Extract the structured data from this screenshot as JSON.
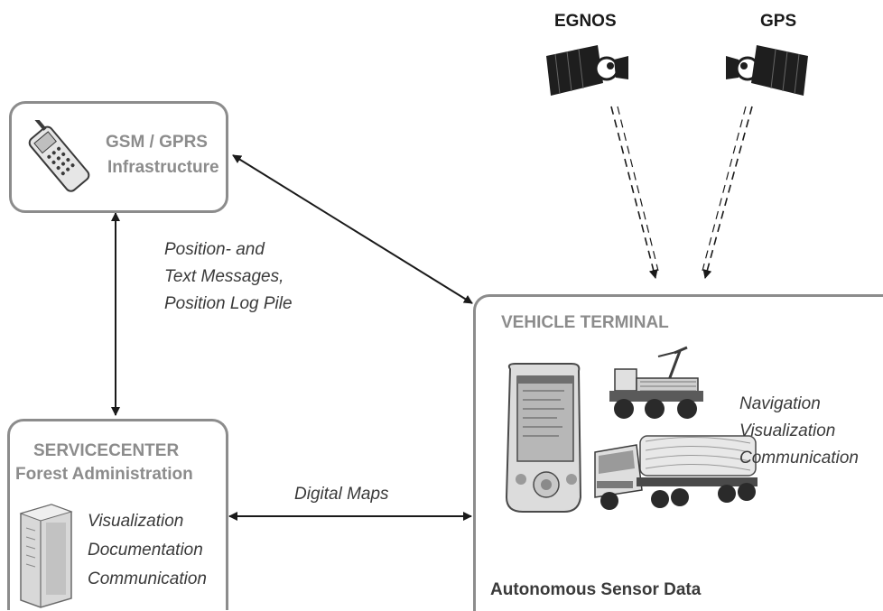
{
  "satellites": {
    "egnos_label": "EGNOS",
    "gps_label": "GPS"
  },
  "gsm_box": {
    "line1": "GSM / GPRS",
    "line2": "Infrastructure"
  },
  "messages_label": {
    "line1": "Position- and",
    "line2": "Text Messages,",
    "line3": "Position Log Pile"
  },
  "servicecenter_box": {
    "title_line1": "SERVICECENTER",
    "title_line2": "Forest Administration",
    "functions": [
      "Visualization",
      "Documentation",
      "Communication"
    ]
  },
  "digital_maps_label": "Digital Maps",
  "vehicle_box": {
    "title": "VEHICLE TERMINAL",
    "functions": [
      "Navigation",
      "Visualization",
      "Communication"
    ],
    "sensor_label": "Autonomous Sensor Data"
  },
  "colors": {
    "box_border": "#8c8c8c",
    "gray_text": "#8c8c8c",
    "dark_text": "#3a3a3a",
    "arrow": "#1a1a1a"
  }
}
